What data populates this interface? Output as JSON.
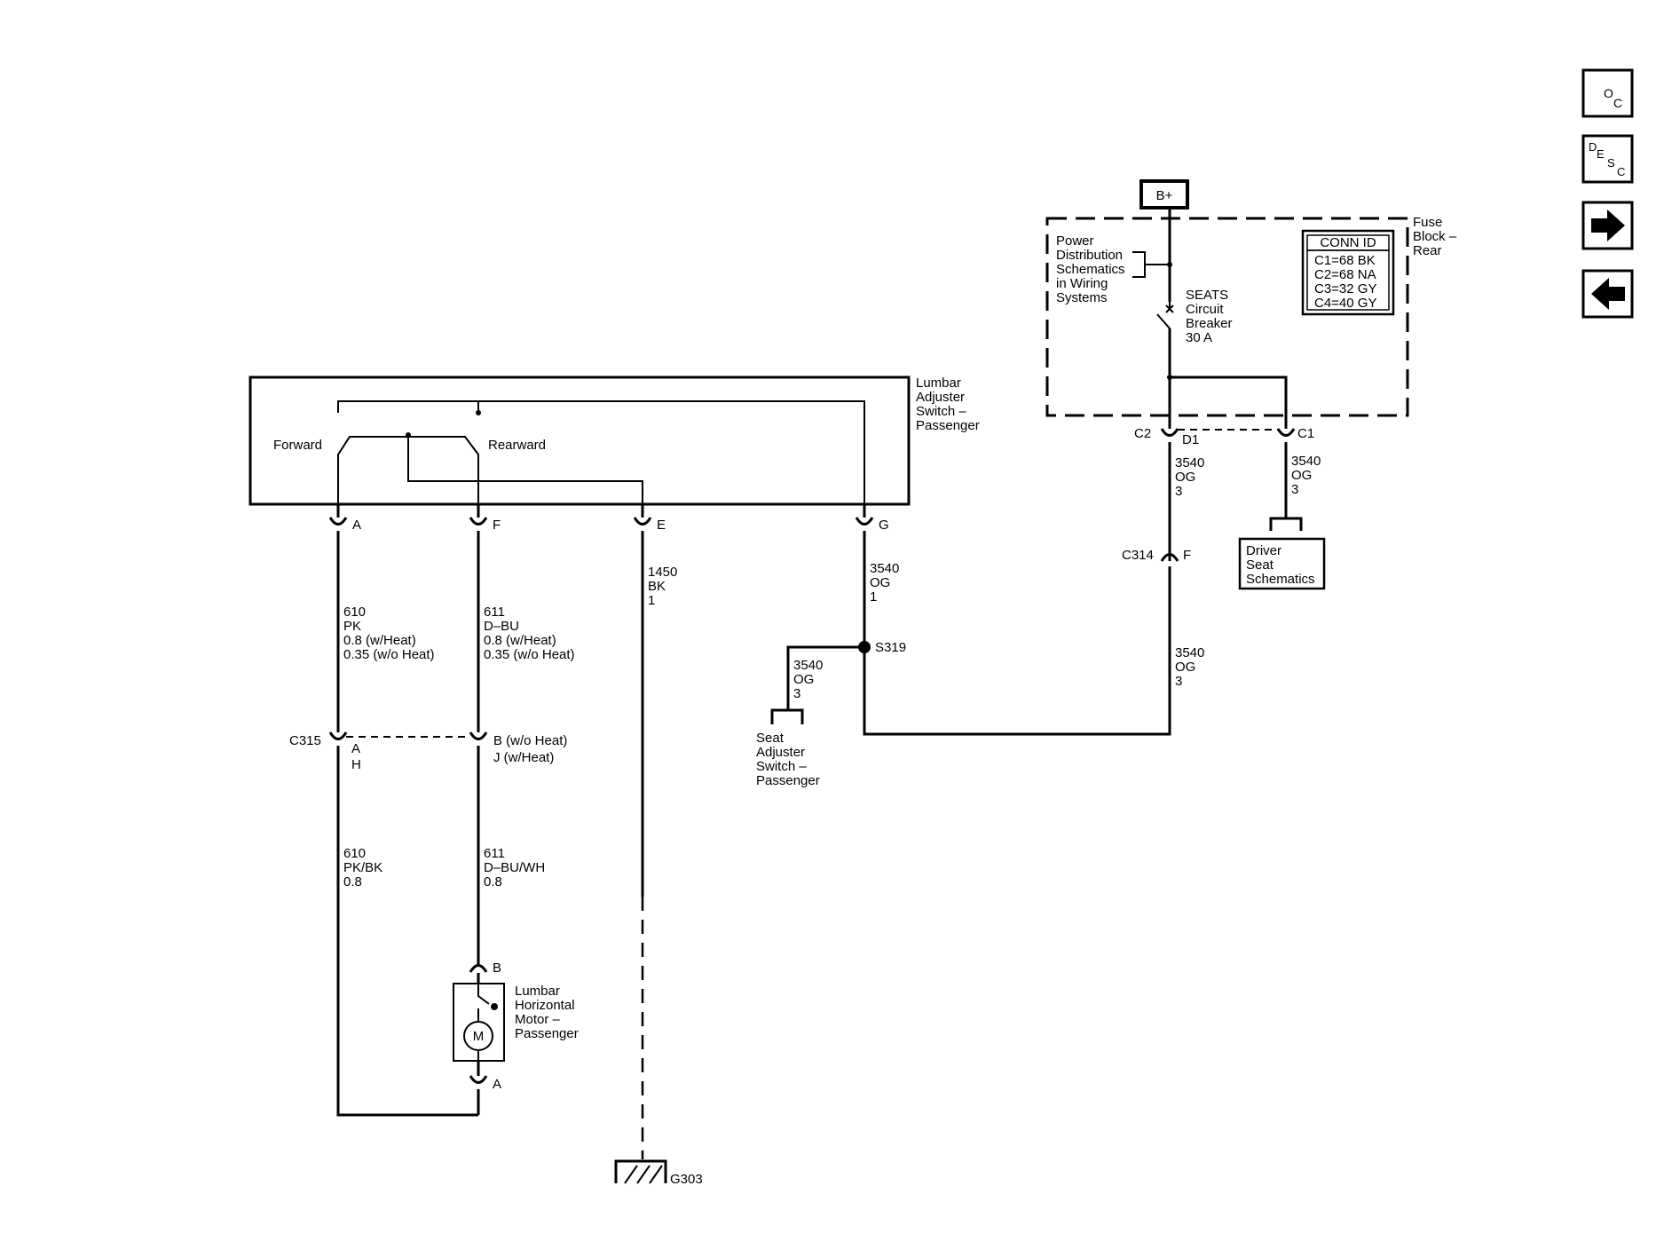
{
  "switch": {
    "name": [
      "Lumbar",
      "Adjuster",
      "Switch –",
      "Passenger"
    ],
    "forward": "Forward",
    "rearward": "Rearward",
    "pins": {
      "a": "A",
      "f": "F",
      "e": "E",
      "g": "G"
    }
  },
  "wires": {
    "w610_upper": [
      "610",
      "PK",
      "0.8 (w/Heat)",
      "0.35 (w/o Heat)"
    ],
    "w611_upper": [
      "611",
      "D–BU",
      "0.8 (w/Heat)",
      "0.35 (w/o Heat)"
    ],
    "w1450": [
      "1450",
      "BK",
      "1"
    ],
    "w3540_g": [
      "3540",
      "OG",
      "1"
    ],
    "w3540_seat": [
      "3540",
      "OG",
      "3"
    ],
    "w610_lower": [
      "610",
      "PK/BK",
      "0.8"
    ],
    "w611_lower": [
      "611",
      "D–BU/WH",
      "0.8"
    ],
    "w3540_fuse_d1": [
      "3540",
      "OG",
      "3"
    ],
    "w3540_fuse_c1": [
      "3540",
      "OG",
      "3"
    ],
    "w3540_lower": [
      "3540",
      "OG",
      "3"
    ]
  },
  "c315": {
    "name": "C315",
    "pin_a": "A",
    "pin_h": "H",
    "pin_b": "B (w/o Heat)",
    "pin_j": "J (w/Heat)"
  },
  "motor": {
    "name": [
      "Lumbar",
      "Horizontal",
      "Motor –",
      "Passenger"
    ],
    "symbol": "M",
    "pin_b": "B",
    "pin_a": "A"
  },
  "ground": {
    "name": "G303"
  },
  "splice": {
    "name": "S319"
  },
  "seat_adjuster": {
    "name": [
      "Seat",
      "Adjuster",
      "Switch –",
      "Passenger"
    ]
  },
  "fuse_block": {
    "name": [
      "Fuse",
      "Block –",
      "Rear"
    ],
    "bplus": "B+",
    "power_ref": [
      "Power",
      "Distribution",
      "Schematics",
      "in Wiring",
      "Systems"
    ],
    "breaker": [
      "SEATS",
      "Circuit",
      "Breaker",
      "30 A"
    ],
    "conn_title": "CONN ID",
    "conn_rows": [
      "C1=68 BK",
      "C2=68 NA",
      "C3=32 GY",
      "C4=40 GY"
    ],
    "c2": "C2",
    "d1": "D1",
    "c1": "C1"
  },
  "c314": {
    "name": "C314",
    "pin": "F"
  },
  "driver_seat": {
    "name": [
      "Driver",
      "Seat",
      "Schematics"
    ]
  },
  "nav": {
    "oc": [
      "O",
      "C"
    ],
    "desc": [
      "D",
      "E",
      "S",
      "C"
    ],
    "next_icon": "arrow-right-icon",
    "prev_icon": "arrow-left-icon"
  }
}
